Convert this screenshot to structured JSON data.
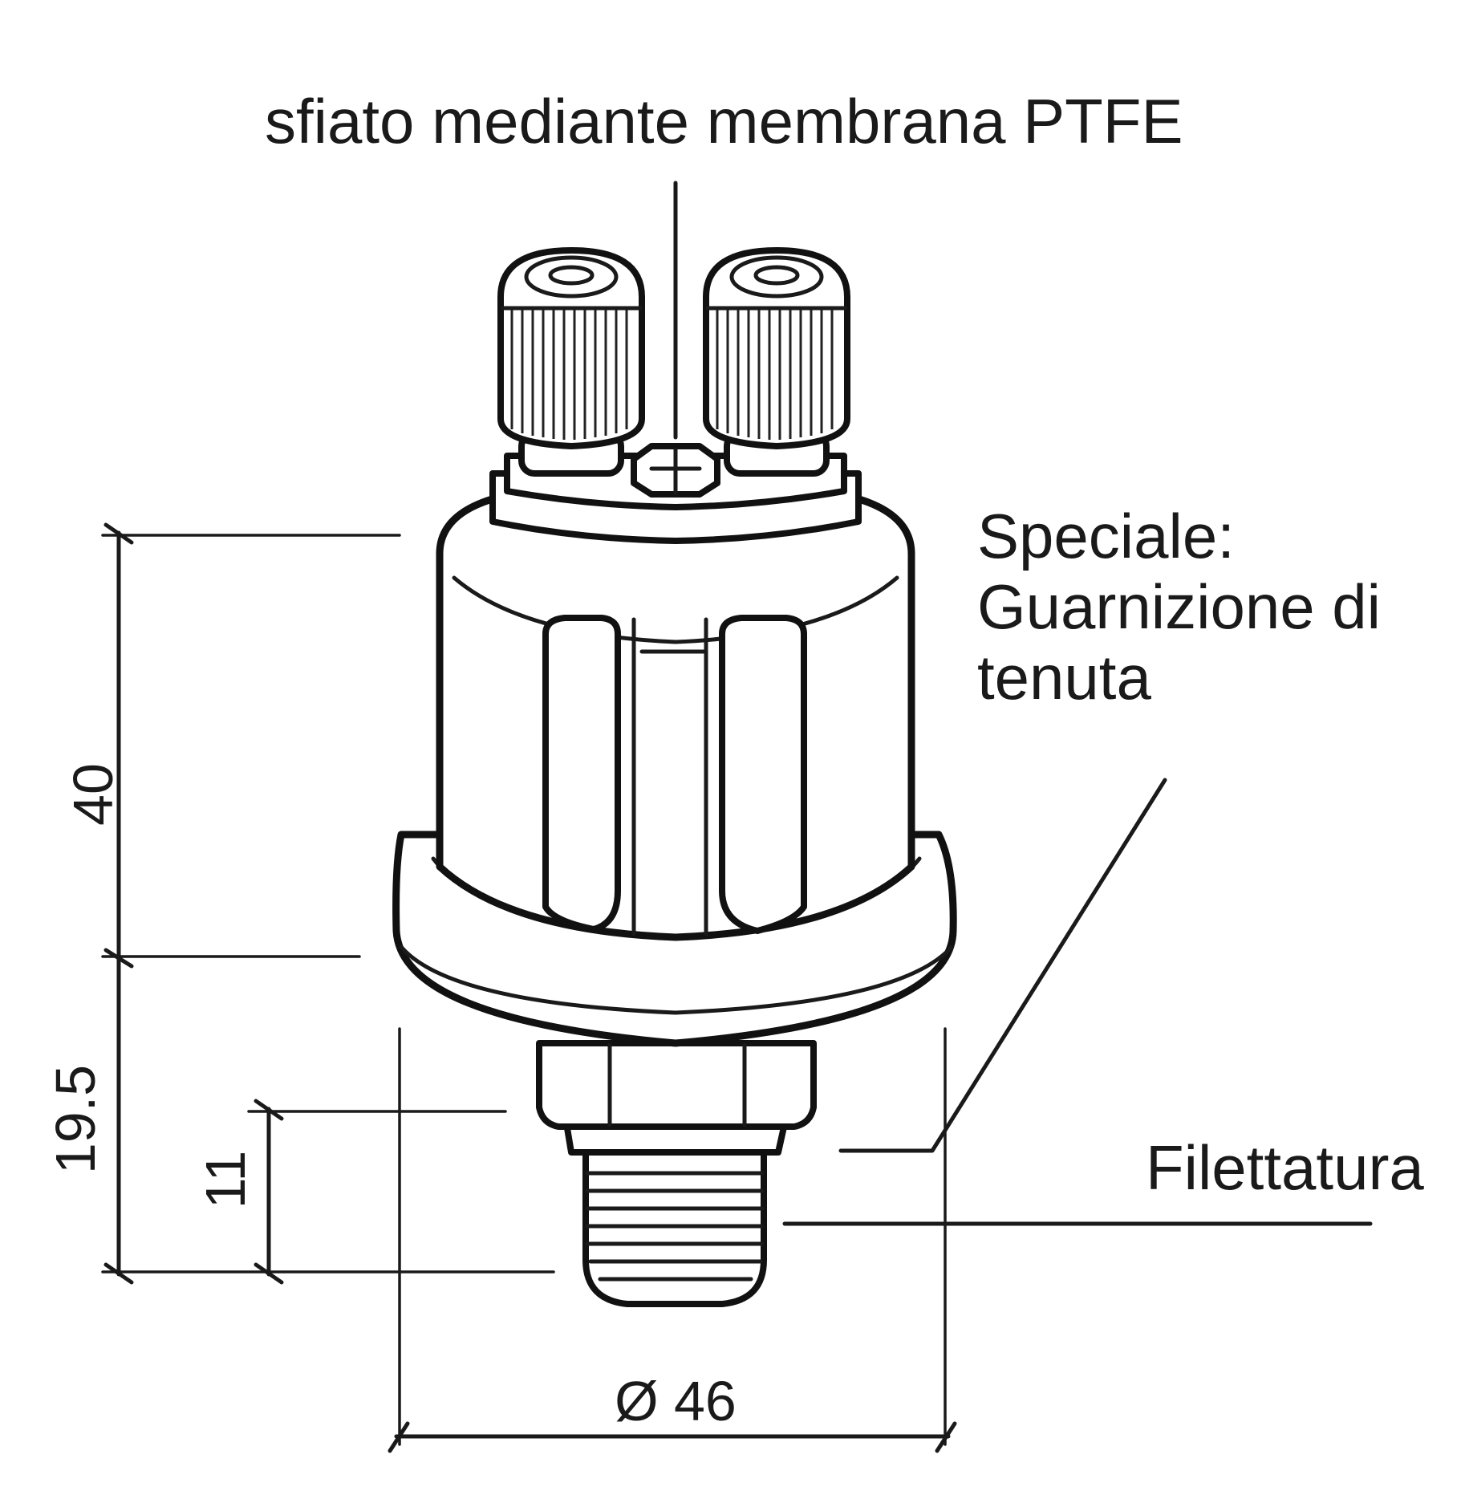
{
  "labels": {
    "vent": "sfiato mediante membrana PTFE",
    "special_line1": "Speciale:",
    "special_line2": "Guarnizione di",
    "special_line3": "tenuta",
    "thread": "Filettatura"
  },
  "dimensions": {
    "height_body": "40",
    "height_hex": "19.5",
    "height_thread": "11",
    "diameter": "Ø 46"
  }
}
